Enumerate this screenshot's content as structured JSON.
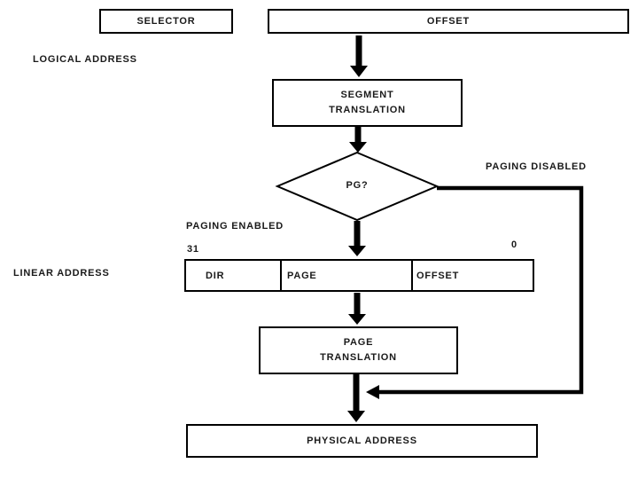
{
  "diagram": {
    "side_labels": {
      "logical_address": "LOGICAL ADDRESS",
      "linear_address": "LINEAR ADDRESS"
    },
    "branch_labels": {
      "paging_disabled": "PAGING DISABLED",
      "paging_enabled": "PAGING ENABLED"
    },
    "bit_labels": {
      "high": "31",
      "low": "0"
    },
    "nodes": {
      "selector": {
        "label": "SELECTOR"
      },
      "offset": {
        "label": "OFFSET"
      },
      "segment_translation": {
        "label": "SEGMENT TRANSLATION"
      },
      "pg_decision": {
        "label": "PG?"
      },
      "linear_fields": [
        {
          "label": "DIR"
        },
        {
          "label": "PAGE"
        },
        {
          "label": "OFFSET"
        }
      ],
      "page_translation": {
        "label": "PAGE TRANSLATION"
      },
      "physical_address": {
        "label": "PHYSICAL ADDRESS"
      }
    }
  }
}
